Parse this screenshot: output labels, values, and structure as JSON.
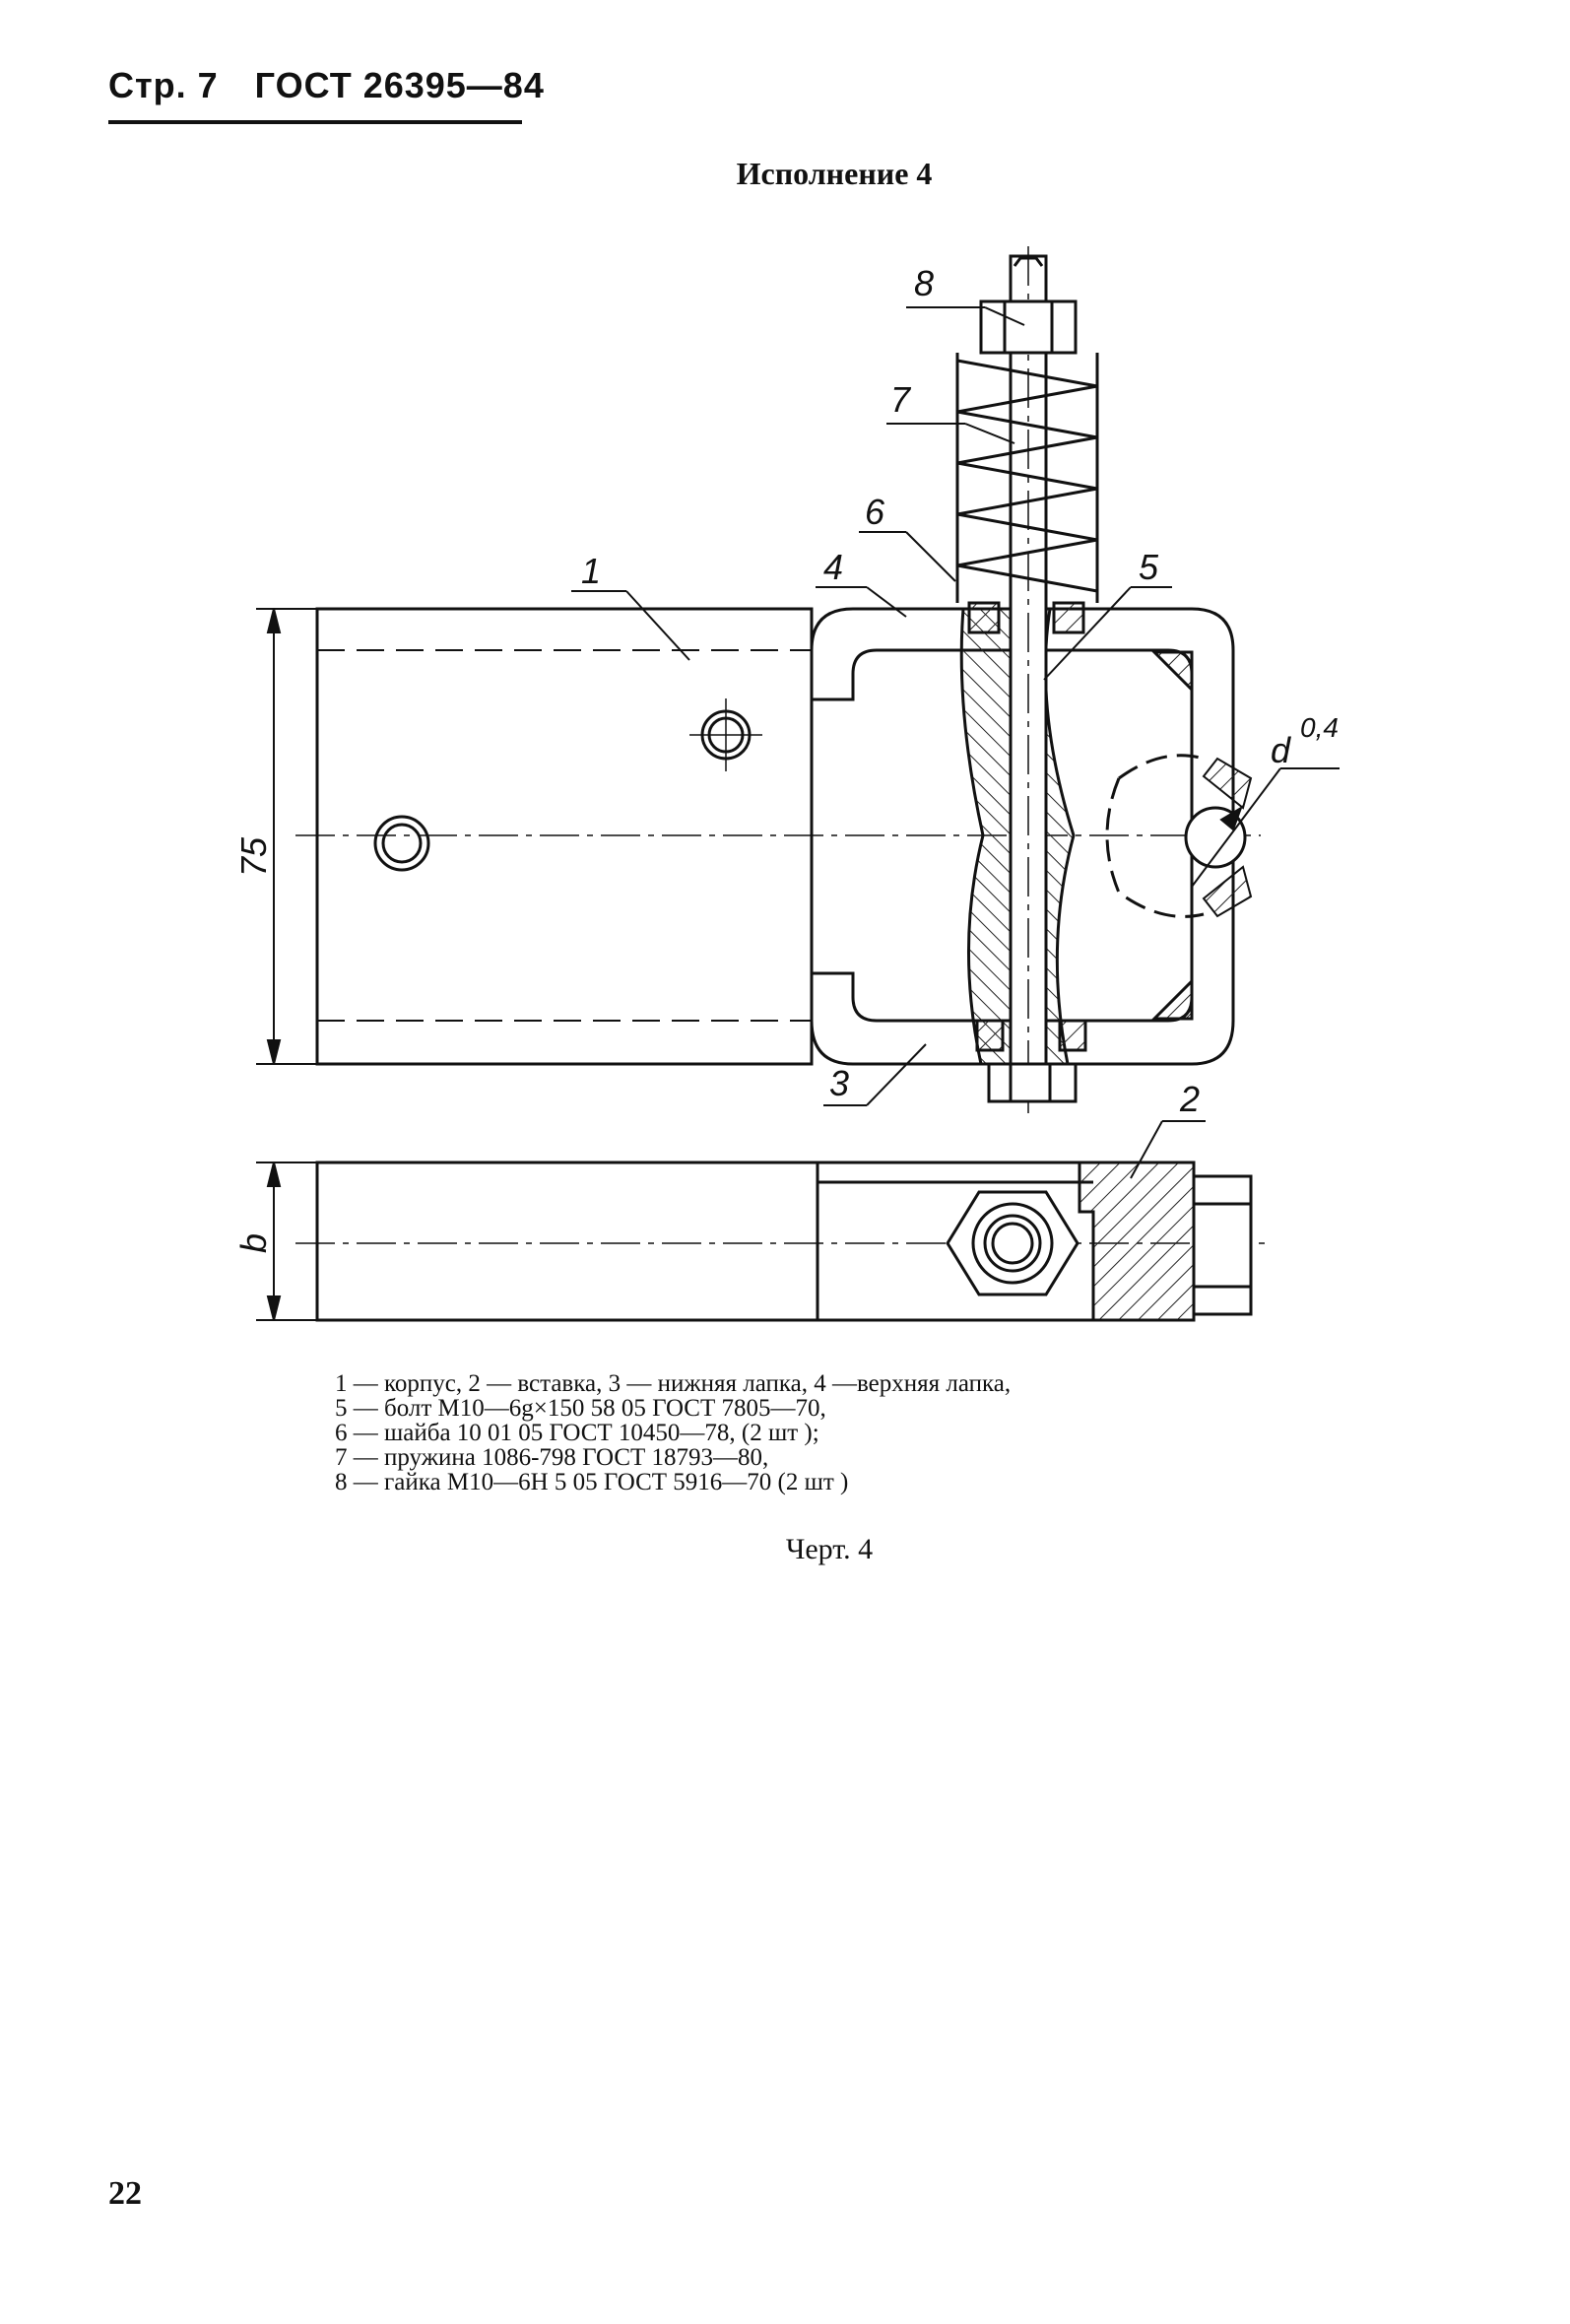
{
  "header": {
    "page": "Стр. 7",
    "standard": "ГОСТ 26395—84"
  },
  "section_title": "Исполнение 4",
  "drawing": {
    "callouts": [
      "1",
      "2",
      "3",
      "4",
      "5",
      "6",
      "7",
      "8"
    ],
    "dimensions": {
      "height": "75",
      "side_width": "b",
      "diameter": "d",
      "chamfer": "0,4"
    }
  },
  "legend": [
    "1 — корпус, 2 — вставка, 3 — нижняя лапка, 4 —верхняя лапка,",
    "5 — болт М10—6g×150 58 05 ГОСТ 7805—70,",
    "6 — шайба 10 01 05 ГОСТ 10450—78, (2 шт );",
    "7 — пружина 1086-798 ГОСТ 18793—80,",
    "8 — гайка М10—6Н 5 05 ГОСТ 5916—70 (2 шт )"
  ],
  "figure_caption": "Черт. 4",
  "page_number": "22"
}
